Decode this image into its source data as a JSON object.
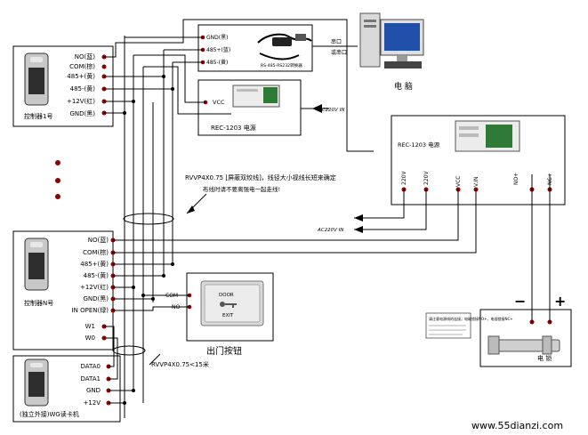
{
  "controller_top": {
    "terminals": [
      "NO(蓝)",
      "COM(棕)",
      "485+(黄)",
      "485-(黄)",
      "+12V(红)",
      "GND(黑)"
    ],
    "label": "控制器1号"
  },
  "controller_bottom": {
    "terminals": [
      "NO(蓝)",
      "COM(棕)",
      "485+(黄)",
      "485-(黄)",
      "+12V(红)",
      "GND(黑)",
      "IN OPEN(绿)",
      "W1",
      "W0"
    ],
    "label": "控制器N号"
  },
  "reader": {
    "terminals": [
      "DATA0",
      "DATA1",
      "GND",
      "+12V"
    ],
    "label": "(独立外接)WG读卡机"
  },
  "converter": {
    "terminals": [
      "GND(黑)",
      "485+(蓝)",
      "485-(黄)"
    ],
    "label": "RS-485-RS232转换器"
  },
  "pc": {
    "ports": [
      "串口",
      "或串口"
    ],
    "label": "电 脑"
  },
  "power_small": {
    "terminal": "VCC",
    "label": "REC-1203 电源",
    "ac_label": "AC220V IN"
  },
  "power_large": {
    "label": "REC-1203 电源",
    "terminals": [
      "220V",
      "220V",
      "VCC",
      "V.IN",
      "NO+",
      "NC+"
    ],
    "ac_label": "AC220V IN"
  },
  "exit_button": {
    "terminals": [
      "COM",
      "NO"
    ],
    "face_top": "DOOR",
    "face_bottom": "EXIT",
    "label": "出门按钮"
  },
  "lock": {
    "label": "电 锁",
    "minus": "−",
    "plus": "+",
    "note": "请注意电源线的连接，电磁锁接NO+，电插锁接NC+"
  },
  "cable_note_main": "RVVP4X0.75 [屏蔽双绞线]，线径大小视线长短来确定",
  "cable_note_sub": "布线时请不要离强电一起走线!",
  "cable_note_reader": "RVVP4X0.75<15米",
  "watermark": "www.55dianzi.com"
}
